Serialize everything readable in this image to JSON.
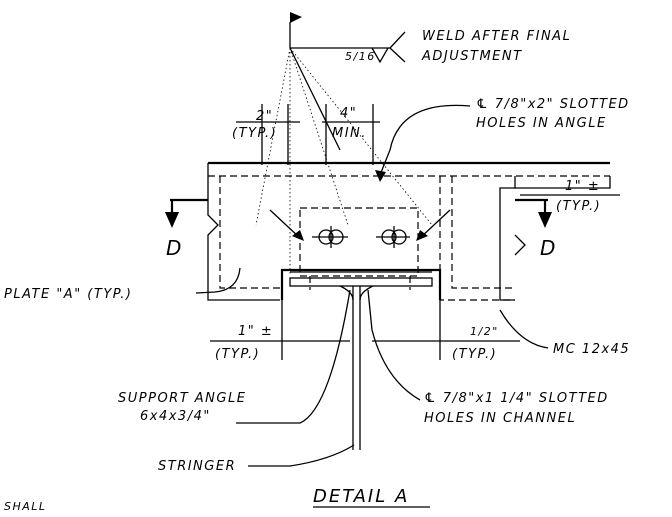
{
  "weld": {
    "note_line1": "WELD AFTER FINAL",
    "note_line2": "ADJUSTMENT",
    "size": "5/16"
  },
  "dims": {
    "edge_label": "2\"",
    "edge_typ": "(TYP.)",
    "spacing_label": "4\"",
    "spacing_min": "MIN.",
    "gap_right_label": "1\" ±",
    "gap_right_typ": "(TYP.)",
    "gap_left_label": "1\" ±",
    "gap_left_typ": "(TYP.)",
    "half_label": "1/2\"",
    "half_typ": "(TYP.)"
  },
  "callouts": {
    "angle_holes_line1": "℄ 7/8\"x2\" SLOTTED",
    "angle_holes_line2": "HOLES IN ANGLE",
    "plate": "PLATE \"A\" (TYP.)",
    "channel": "MC 12x45",
    "support_angle_line1": "SUPPORT ANGLE",
    "support_angle_line2": "6x4x3/4\"",
    "channel_holes_line1": "℄ 7/8\"x1 1/4\" SLOTTED",
    "channel_holes_line2": "HOLES IN CHANNEL",
    "stringer": "STRINGER"
  },
  "section": {
    "left_mark": "D",
    "right_mark": "D"
  },
  "title": "DETAIL A",
  "footer_fragment": "SHALL"
}
